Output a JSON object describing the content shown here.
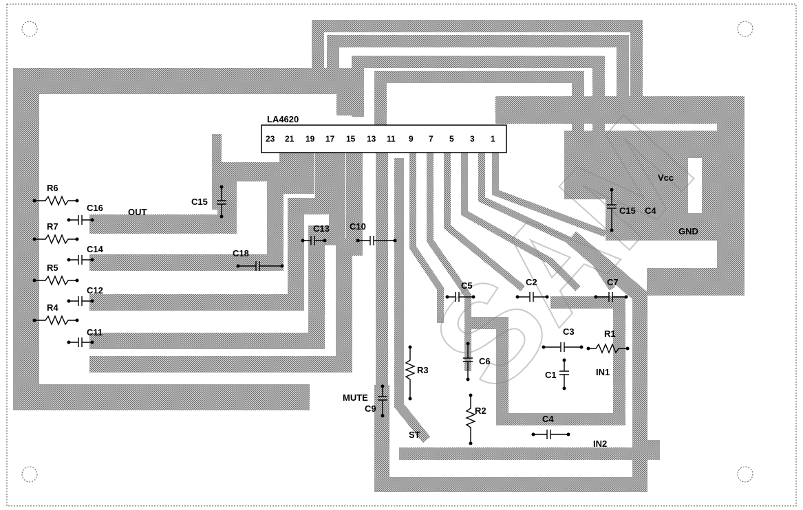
{
  "ic": {
    "name": "LA4620",
    "pins": [
      "23",
      "21",
      "19",
      "17",
      "15",
      "13",
      "11",
      "9",
      "7",
      "5",
      "3",
      "1"
    ]
  },
  "labels": {
    "out": "OUT",
    "vcc": "Vcc",
    "gnd": "GND",
    "in1": "IN1",
    "in2": "IN2",
    "mute": "MUTE",
    "st": "ST",
    "r6": "R6",
    "r7": "R7",
    "r5": "R5",
    "r4": "R4",
    "r3": "R3",
    "r2": "R2",
    "r1": "R1",
    "c16": "C16",
    "c14": "C14",
    "c12": "C12",
    "c11": "C11",
    "c15a": "C15",
    "c15b": "C15",
    "c4a": "C4",
    "c13": "C13",
    "c10": "C10",
    "c18": "C18",
    "c5": "C5",
    "c2": "C2",
    "c7": "C7",
    "c3": "C3",
    "c1": "C1",
    "c6": "C6",
    "c9": "C9",
    "c4b": "C4"
  },
  "watermark": {
    "text": "SAM"
  },
  "colors": {
    "copper": "#9a9a9a",
    "board_edge": "#444444"
  }
}
